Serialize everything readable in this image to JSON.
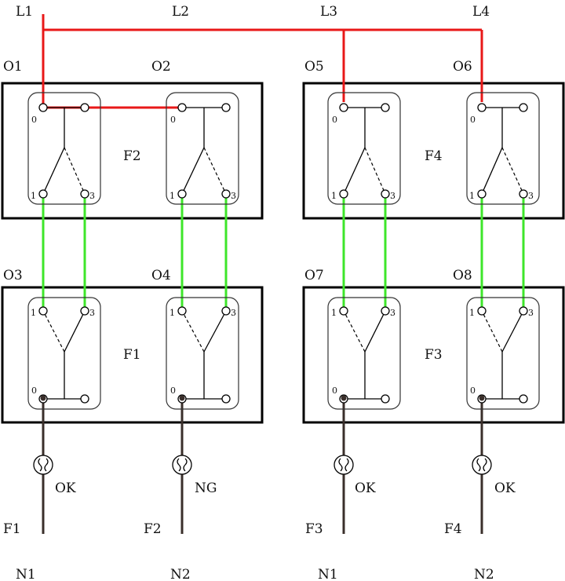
{
  "colors": {
    "line": "#e81818",
    "link": "#3ee62a",
    "neutral": "#3a2f2b",
    "frame": "#000000",
    "outline": "#333333"
  },
  "top_labels": [
    "L1",
    "L2",
    "L3",
    "L4"
  ],
  "bottom_labels": [
    "N1",
    "N2",
    "N1",
    "N2"
  ],
  "output_labels": [
    "F1",
    "F2",
    "F3",
    "F4"
  ],
  "status_labels": [
    "OK",
    "NG",
    "OK",
    "OK"
  ],
  "block_labels": {
    "top_left": "F2",
    "bottom_left": "F1",
    "top_right": "F4",
    "bottom_right": "F3"
  },
  "switch_labels": {
    "top_left": [
      "O1",
      "O2"
    ],
    "bottom_left": [
      "O3",
      "O4"
    ],
    "top_right": [
      "O5",
      "O6"
    ],
    "bottom_right": [
      "O7",
      "O8"
    ]
  },
  "pin_labels": {
    "common": "0",
    "left": "1",
    "right": "3"
  },
  "icons": {
    "switch": "changeover-switch-icon",
    "lamp": "lamp-icon"
  }
}
